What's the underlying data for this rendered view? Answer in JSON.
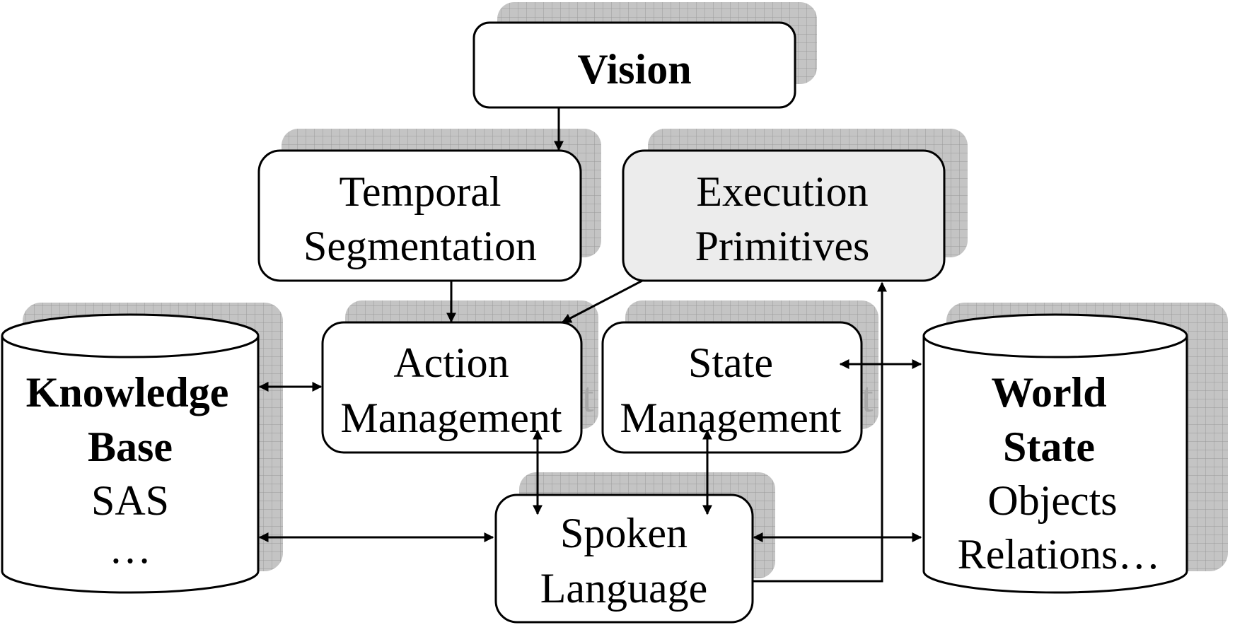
{
  "colors": {
    "shadow_fill": "#c4c4c4",
    "shadow_grid": "#9a9a9a",
    "box_fill": "#ffffff",
    "highlight_fill": "#ececec",
    "stroke": "#000000"
  },
  "nodes": {
    "vision": {
      "line1": "Vision"
    },
    "temporal": {
      "line1": "Temporal",
      "line2": "Segmentation"
    },
    "execution": {
      "line1": "Execution",
      "line2": "Primitives"
    },
    "action": {
      "line1": "Action",
      "line2": "Management"
    },
    "state": {
      "line1": "State",
      "line2": "Management"
    },
    "spoken": {
      "line1": "Spoken",
      "line2": "Language"
    },
    "knowledge": {
      "line1": "Knowledge",
      "line2": "Base",
      "line3": "SAS",
      "line4": "…"
    },
    "world": {
      "line1": "World",
      "line2": "State",
      "line3": "Objects",
      "line4": "Relations…"
    }
  },
  "shadow_marks": {
    "action": "t",
    "state": "t"
  }
}
